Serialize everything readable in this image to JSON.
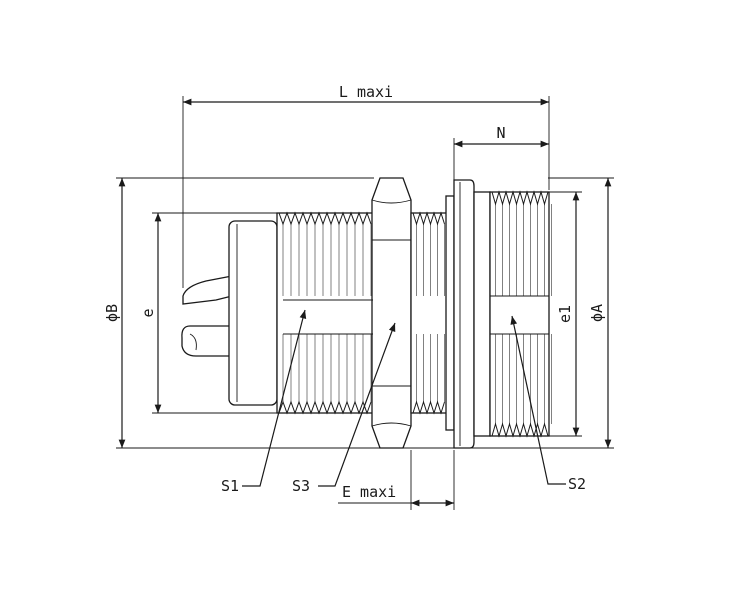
{
  "drawing": {
    "labels": {
      "L": "L maxi",
      "N": "N",
      "B": "ϕB",
      "e": "e",
      "e1": "e1",
      "A": "ϕA",
      "S1": "S1",
      "S2": "S2",
      "S3": "S3",
      "E": "E maxi"
    }
  }
}
